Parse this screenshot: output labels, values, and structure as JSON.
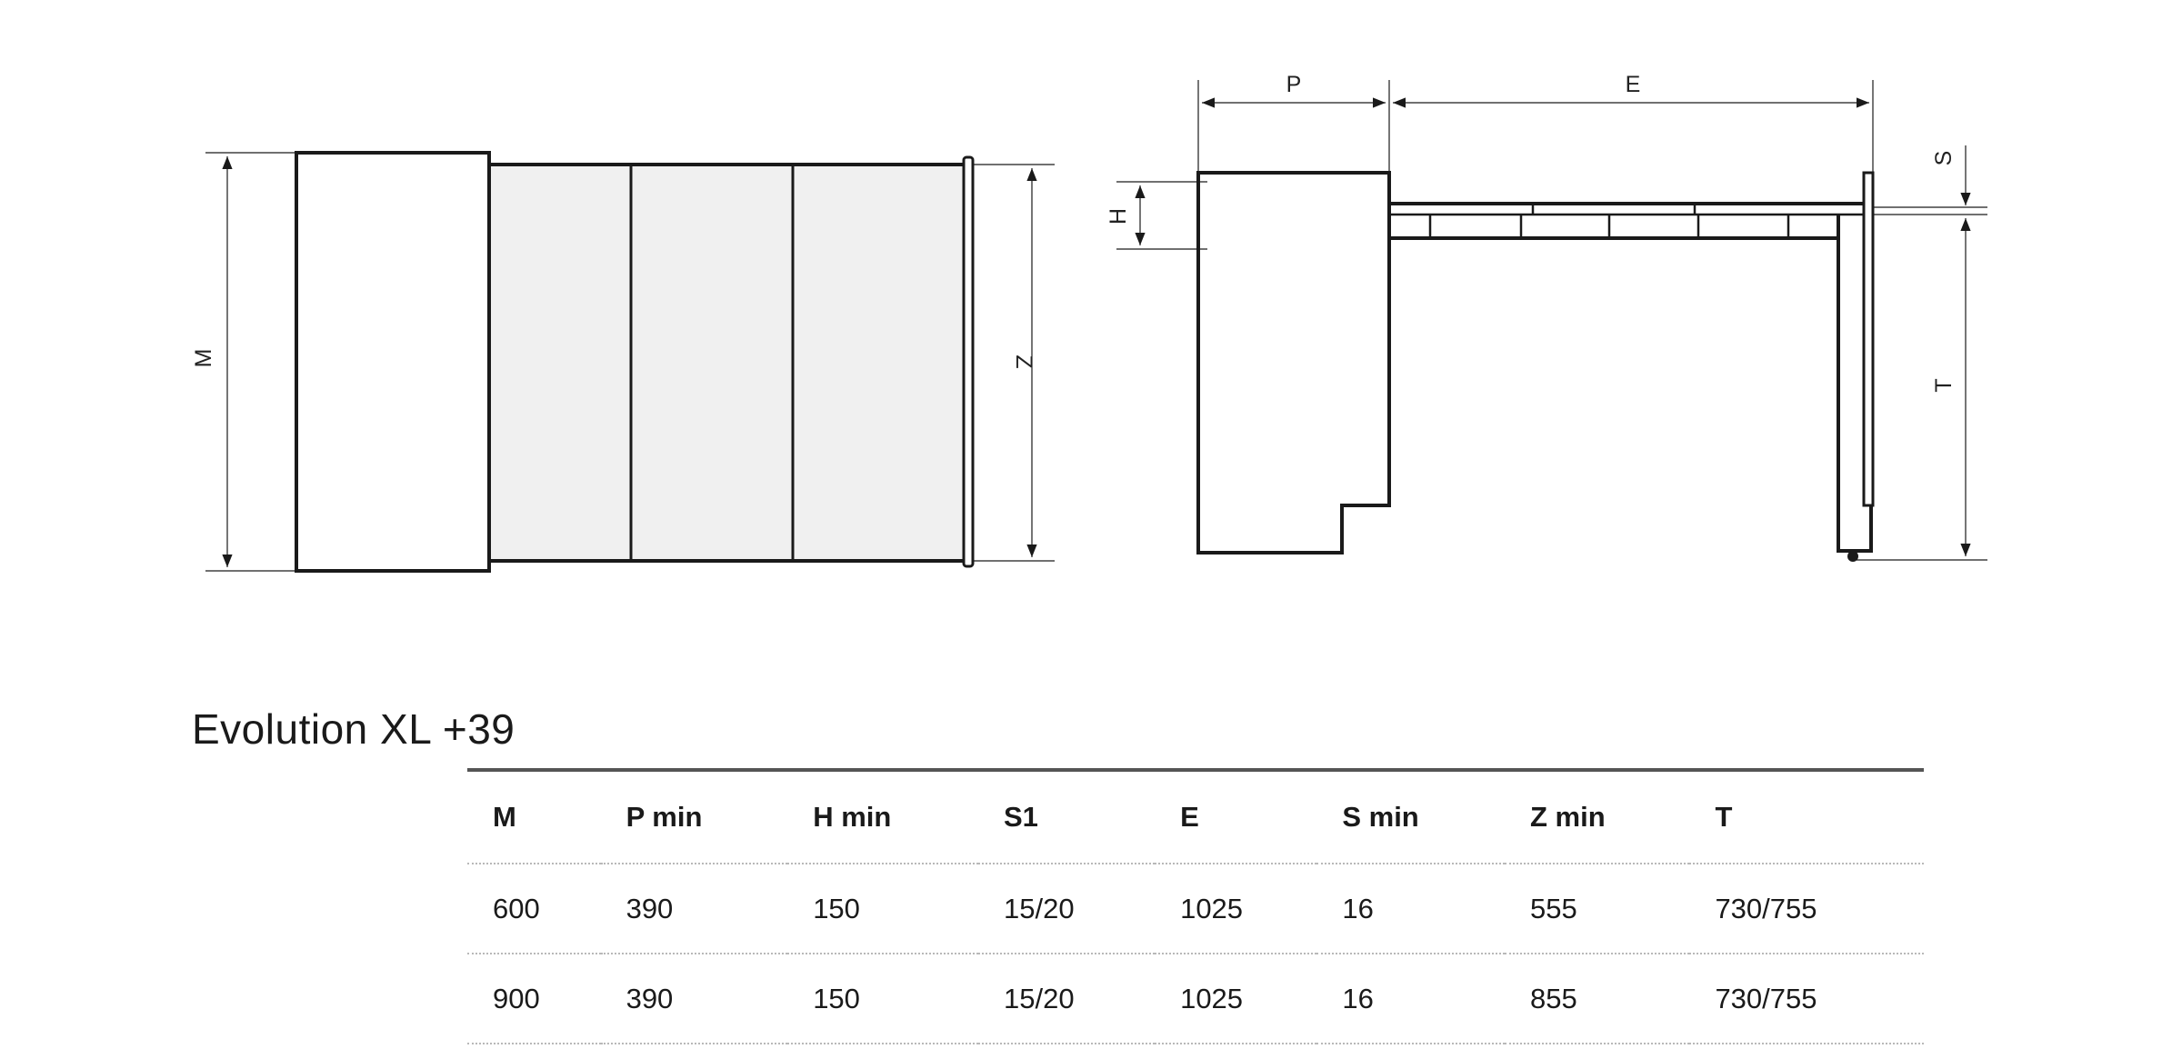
{
  "diagram": {
    "labels": {
      "M": "M",
      "Z": "Z",
      "P": "P",
      "E": "E",
      "H": "H",
      "S": "S",
      "T": "T"
    }
  },
  "product": {
    "title": "Evolution XL +39"
  },
  "table": {
    "headers": [
      "M",
      "P min",
      "H min",
      "S1",
      "E",
      "S min",
      "Z min",
      "T"
    ],
    "rows": [
      [
        "600",
        "390",
        "150",
        "15/20",
        "1025",
        "16",
        "555",
        "730/755"
      ],
      [
        "900",
        "390",
        "150",
        "15/20",
        "1025",
        "16",
        "855",
        "730/755"
      ]
    ]
  },
  "colors": {
    "line": "#1a1a1a",
    "panel_fill": "#f0f0f0",
    "rule": "#555555"
  }
}
